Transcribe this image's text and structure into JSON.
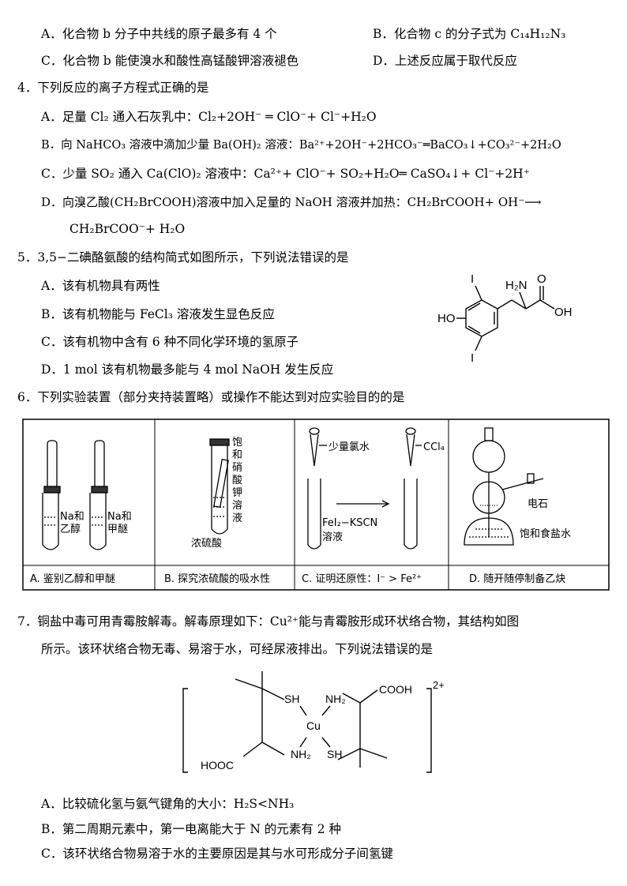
{
  "q3": {
    "a": "A．化合物 b 分子中共线的原子最多有 4 个",
    "b": "B．化合物 c 的分子式为 C₁₄H₁₂N₃",
    "c": "C．化合物 b 能使溴水和酸性高锰酸钾溶液褪色",
    "d": "D．上述反应属于取代反应"
  },
  "q4": {
    "stem": "4．下列反应的离子方程式正确的是",
    "a": "A．足量 Cl₂ 通入石灰乳中：Cl₂+2OH⁻ ═ ClO⁻+ Cl⁻+H₂O",
    "b": "B．向 NaHCO₃ 溶液中滴加少量 Ba(OH)₂ 溶液：Ba²⁺+2OH⁻+2HCO₃⁻═BaCO₃↓+CO₃²⁻+2H₂O",
    "c": "C．少量 SO₂ 通入 Ca(ClO)₂ 溶液中：Ca²⁺+ ClO⁻+ SO₂+H₂O═ CaSO₄↓+ Cl⁻+2H⁺",
    "d1": "D．向溴乙酸(CH₂BrCOOH)溶液中加入足量的 NaOH 溶液并加热：CH₂BrCOOH+ OH⁻⟶",
    "d2": "CH₂BrCOO⁻+ H₂O"
  },
  "q5": {
    "stem": "5．3,5−二碘酪氨酸的结构简式如图所示，下列说法错误的是",
    "a": "A．该有机物具有两性",
    "b": "B．该有机物能与 FeCl₃ 溶液发生显色反应",
    "c": "C．该有机物中含有 6 种不同化学环境的氢原子",
    "d": "D．1 mol 该有机物最多能与 4 mol NaOH 发生反应",
    "struct": {
      "i_top": "I",
      "i_bottom": "I",
      "ho": "HO",
      "h2n": "H₂N",
      "o": "O",
      "oh": "OH"
    }
  },
  "q6": {
    "stem": "6．下列实验装置（部分夹持装置略）或操作不能达到对应实验目的的是",
    "panels": [
      {
        "caption": "A. 鉴别乙醇和甲醚",
        "labels": [
          "Na和",
          "乙醇",
          "Na和",
          "甲醚"
        ]
      },
      {
        "caption": "B. 探究浓硫酸的吸水性",
        "labels": [
          "饱",
          "和",
          "硝",
          "酸",
          "钾",
          "溶",
          "液",
          "浓硫酸"
        ]
      },
      {
        "caption": "C. 证明还原性：I⁻ > Fe²⁺",
        "labels": [
          "少量氯水",
          "CCl₄",
          "FeI₂−KSCN",
          "溶液"
        ]
      },
      {
        "caption": "D. 随开随停制备乙炔",
        "labels": [
          "电石",
          "饱和食盐水"
        ]
      }
    ]
  },
  "q7": {
    "stem1": "7．铜盐中毒可用青霉胺解毒。解毒原理如下：Cu²⁺能与青霉胺形成环状络合物，其结构如图",
    "stem2": "所示。该环状络合物无毒、易溶于水，可经尿液排出。下列说法错误的是",
    "complex": {
      "sh1": "SH",
      "nh2_1": "NH₂",
      "cooh": "COOH",
      "charge": "2+",
      "cu": "Cu",
      "nh2_2": "NH₂",
      "sh2": "SH",
      "hooc": "HOOC"
    },
    "a": "A．比较硫化氢与氨气键角的大小：H₂S<NH₃",
    "b": "B．第二周期元素中，第一电离能大于 N 的元素有 2 种",
    "c": "C．该环状络合物易溶于水的主要原因是其与水可形成分子间氢键"
  }
}
